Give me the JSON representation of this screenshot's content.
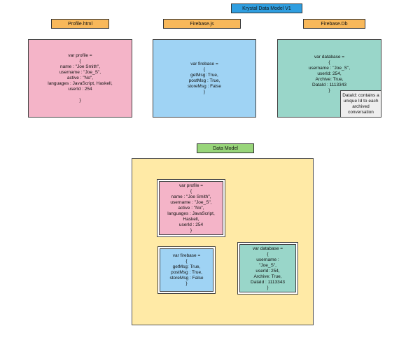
{
  "title": "Krystal Data Model V1",
  "top": {
    "profile_label": "Profile.html",
    "firebase_label": "Firebase.js",
    "database_label": "Firebase.Db",
    "profile_code": "var profile =\n{\nname : \"Joe Smith\",\nusername : \"Joe_S\",\nactive : \"No\",\nlanguages : JavaScript, Haskell,\nuserId : 254\n\n}",
    "firebase_code": "var firebase =\n{\ngetMsg: True,\npostMsg : True,\nstoreMsg : False\n}",
    "database_code": "var database =\n{\nusername : \"Joe_S\",\nuserId: 254,\nArchive: True,\nDataId : 1113343\n}",
    "note": "DataId: contains a unique Id to each archived conversation"
  },
  "data_model": {
    "label": "Data Model",
    "profile_code": "var profile =\n{\nname : \"Joe Smith\",\nusername : \"Joe_S\",\nactive : \"No\",\nlanguages : JavaScript,\nHaskell,\nuserId : 254\n}",
    "firebase_code": "var firebase =\n{\ngetMsg: True,\npostMsg : True,\nstoreMsg : False\n}",
    "database_code": "var database =\n{\nusername :\n\"Joe_S\",\nuserId: 254,\nArchive: True,\nDataId : 1113343\n}"
  },
  "colors": {
    "title": "#2f9ee0",
    "tag": "#f8b85a",
    "tag_green": "#98d57a",
    "profile": "#f4b4c8",
    "firebase": "#9fd3f4",
    "database": "#99d6c9",
    "container": "#ffeaa6"
  }
}
